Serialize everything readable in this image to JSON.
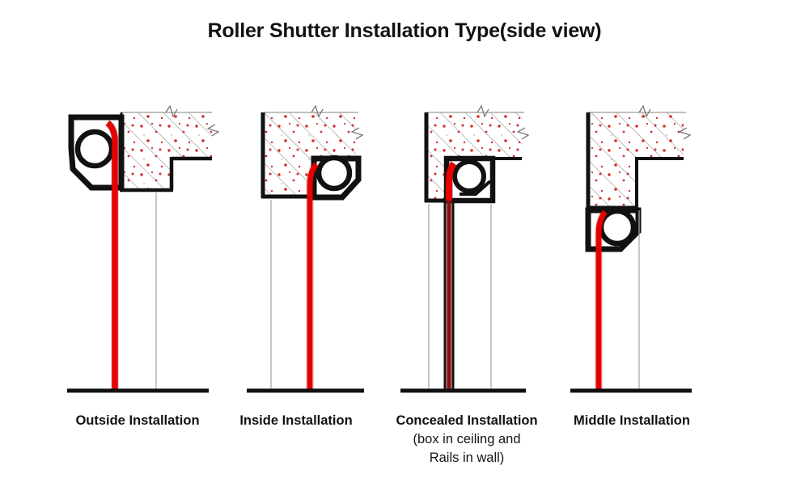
{
  "title": "Roller Shutter Installation Type(side view)",
  "colors": {
    "curtain_red": "#e60000",
    "curtain_red_dark": "#8d0c0c",
    "structure_black": "#111111",
    "hatch_gray": "#808080",
    "wall_line_gray": "#a0a0a0",
    "aggregate_red": "#d32f2f",
    "background": "#ffffff"
  },
  "diagrams": [
    {
      "id": "outside-installation",
      "index": 1,
      "caption": "Outside Installation",
      "caption_lines": [
        "Outside Installation"
      ],
      "box_position": "outside-wall-left",
      "curtain_style": "red-single",
      "parts": {
        "box": "shutter-box",
        "roller": "roller-drum",
        "curtain": "shutter-curtain",
        "wall": "concrete-slab",
        "floor": "floor-line",
        "guide": "guide-rail"
      }
    },
    {
      "id": "inside-installation",
      "index": 2,
      "caption": "Inside Installation",
      "caption_lines": [
        "Inside Installation"
      ],
      "box_position": "inside-wall-right",
      "curtain_style": "red-single",
      "parts": {
        "box": "shutter-box",
        "roller": "roller-drum",
        "curtain": "shutter-curtain",
        "wall": "concrete-slab",
        "floor": "floor-line",
        "guide": "guide-rail"
      }
    },
    {
      "id": "concealed-installation",
      "index": 3,
      "caption": "Concealed Installation",
      "caption_lines": [
        "Concealed Installation",
        "(box in ceiling and",
        "Rails in wall)"
      ],
      "box_position": "recessed-in-ceiling",
      "curtain_style": "red-with-black-rails",
      "parts": {
        "box": "shutter-box",
        "roller": "roller-drum",
        "curtain": "shutter-curtain",
        "wall": "concrete-slab",
        "floor": "floor-line",
        "guide": "guide-rail"
      }
    },
    {
      "id": "middle-installation",
      "index": 4,
      "caption": "Middle Installation",
      "caption_lines": [
        "Middle Installation"
      ],
      "box_position": "below-slab-middle",
      "curtain_style": "red-single",
      "parts": {
        "box": "shutter-box",
        "roller": "roller-drum",
        "curtain": "shutter-curtain",
        "wall": "concrete-slab",
        "floor": "floor-line",
        "guide": "guide-rail"
      }
    }
  ],
  "captions": {
    "d1_line1": "Outside Installation",
    "d2_line1": "Inside Installation",
    "d3_line1": "Concealed Installation",
    "d3_line2": "(box in ceiling and",
    "d3_line3": "Rails in wall)",
    "d4_line1": "Middle Installation"
  },
  "legend_symbols": {
    "break_line": "break-symbol",
    "hatch": "concrete-hatch",
    "aggregate": "aggregate-speckle"
  }
}
